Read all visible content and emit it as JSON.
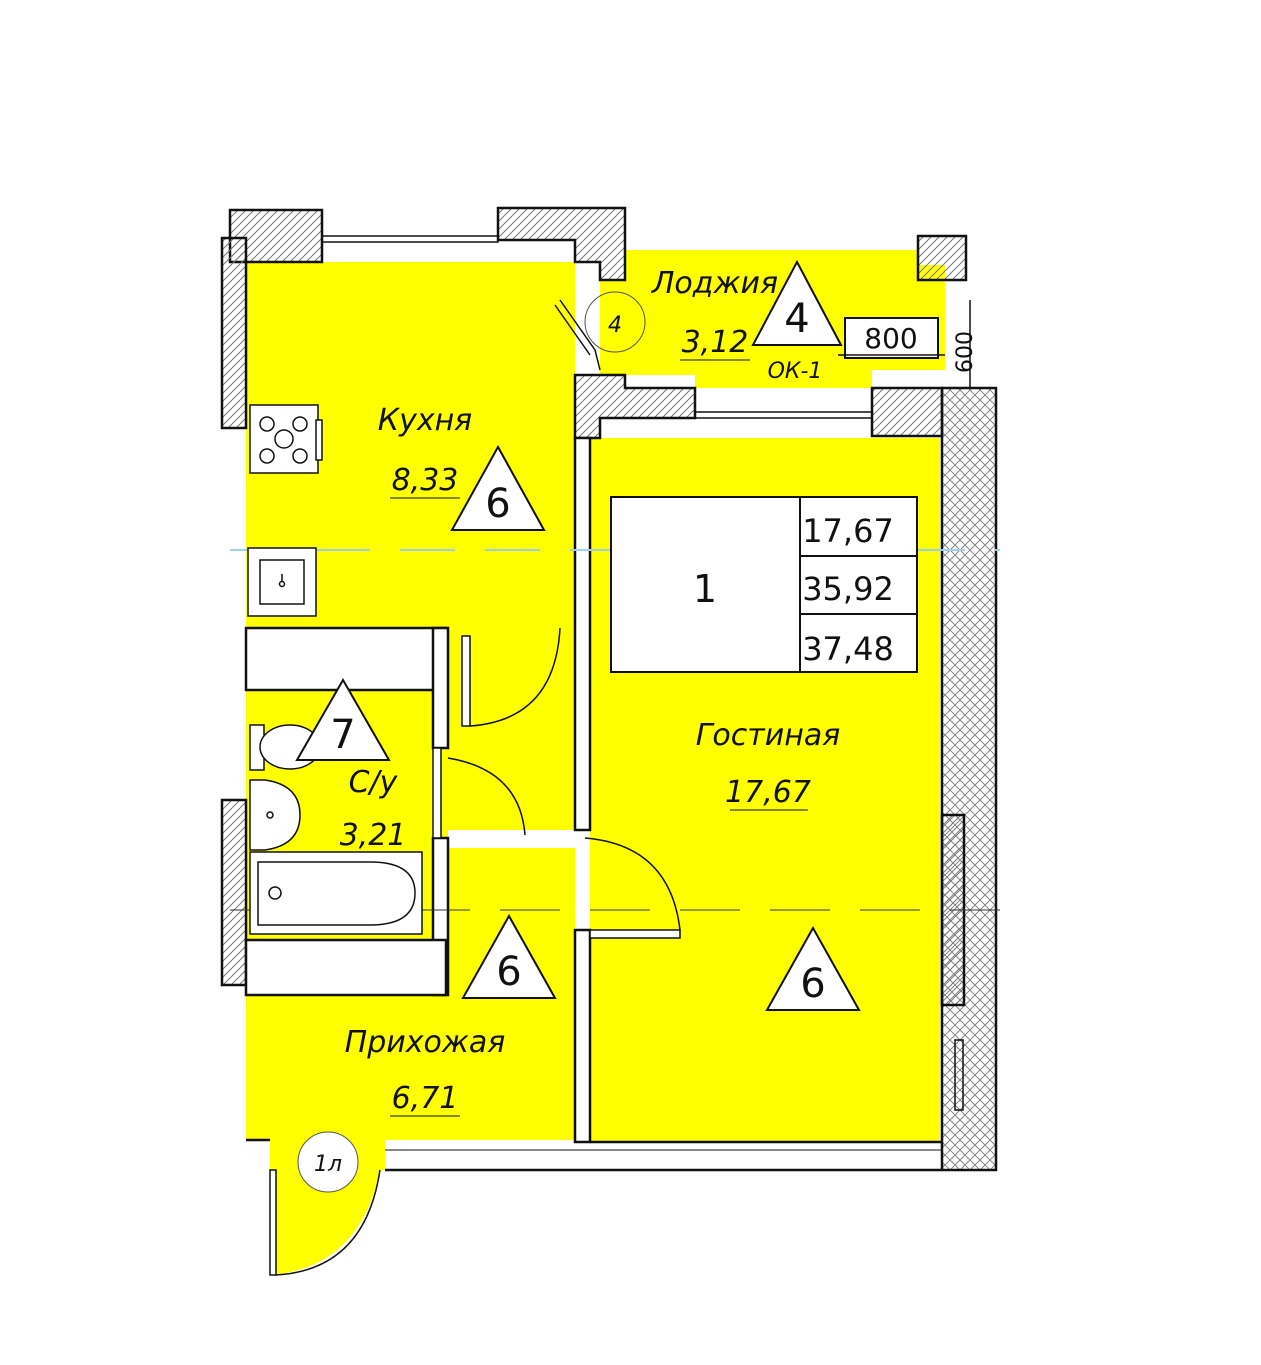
{
  "rooms": {
    "loggia": {
      "name": "Лоджия",
      "area": "3,12",
      "finish_marker": "4",
      "door_tag": "4"
    },
    "kitchen": {
      "name": "Кухня",
      "area": "8,33",
      "finish_marker": "6"
    },
    "bathroom": {
      "name": "С/у",
      "area": "3,21",
      "finish_marker": "7"
    },
    "hallway": {
      "name": "Прихожая",
      "area": "6,71",
      "finish_marker": "6",
      "door_tag": "1л"
    },
    "living": {
      "name": "Гостиная",
      "area": "17,67",
      "finish_marker": "6"
    }
  },
  "apartment_table": {
    "rooms_count": "1",
    "living_area": "17,67",
    "total_area": "35,92",
    "total_with_loggia": "37,48"
  },
  "window_spec": {
    "tag": "ОК-1",
    "width": "800",
    "height": "600"
  },
  "colors": {
    "room_fill": "#ffff00",
    "wall": "#111111",
    "hatch": "#8a8a8a",
    "axis_line": "#9ecff0"
  }
}
